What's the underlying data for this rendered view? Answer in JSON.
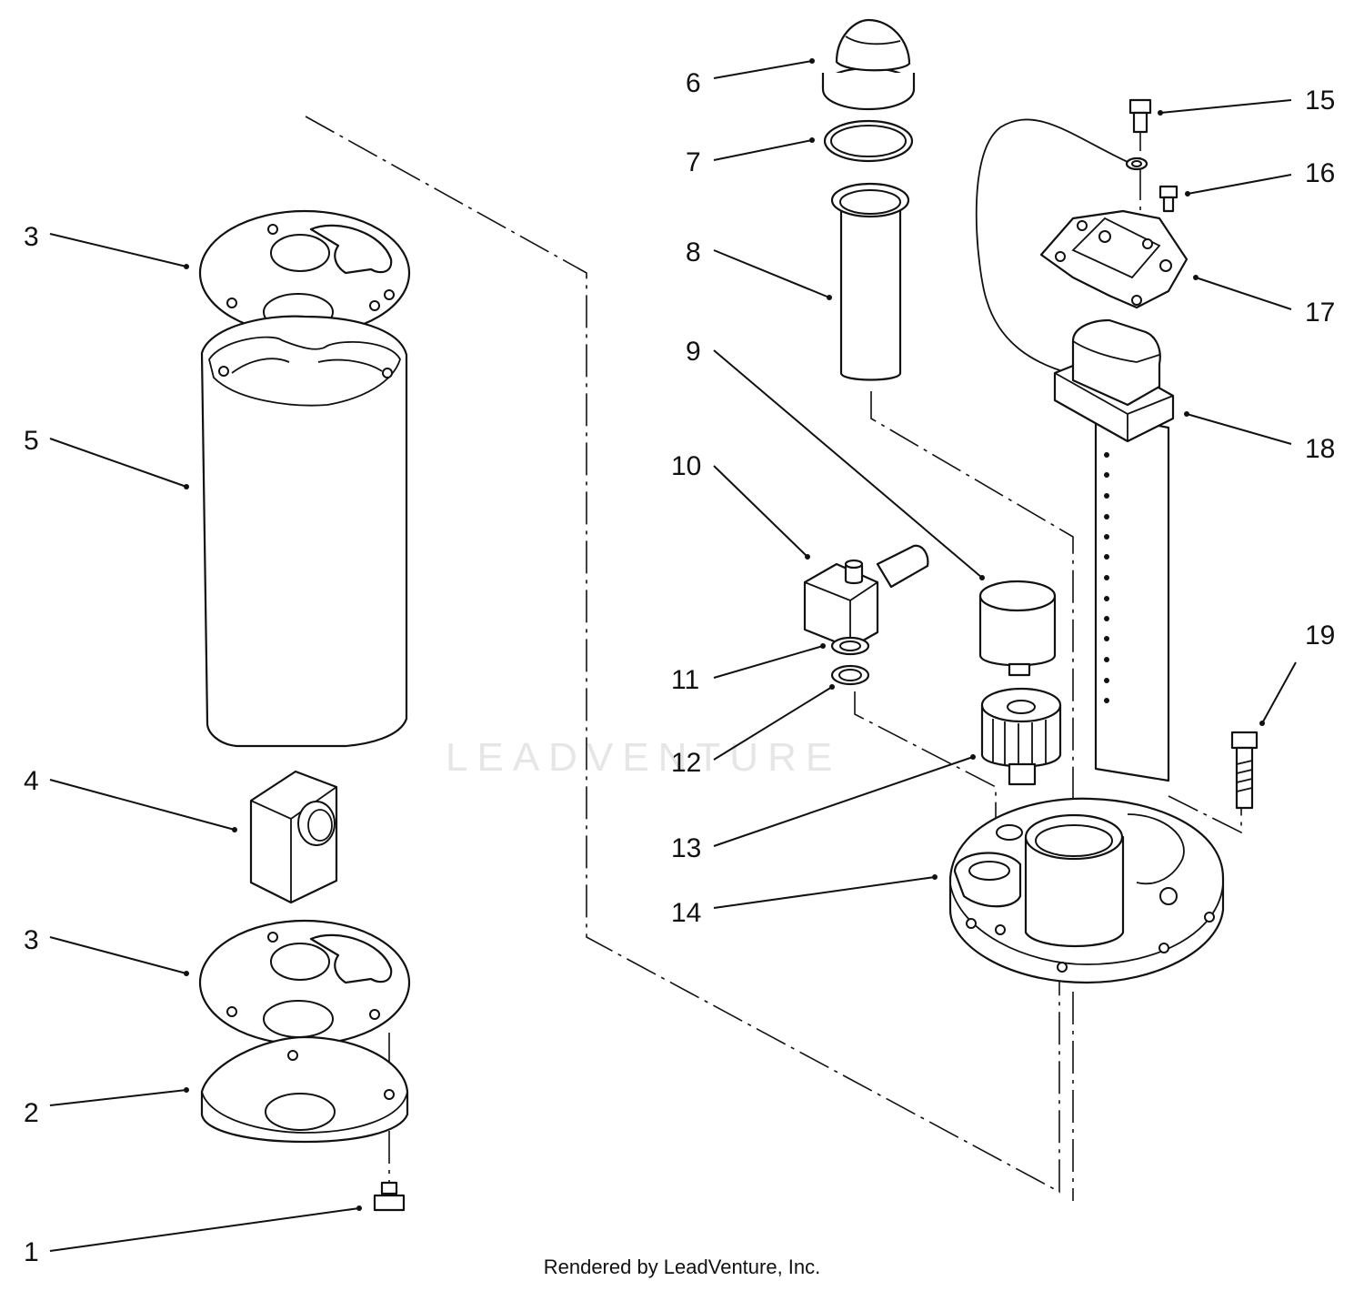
{
  "callouts": [
    {
      "id": "1",
      "text": "1"
    },
    {
      "id": "2",
      "text": "2"
    },
    {
      "id": "3a",
      "text": "3"
    },
    {
      "id": "3b",
      "text": "3"
    },
    {
      "id": "4",
      "text": "4"
    },
    {
      "id": "5",
      "text": "5"
    },
    {
      "id": "6",
      "text": "6"
    },
    {
      "id": "7",
      "text": "7"
    },
    {
      "id": "8",
      "text": "8"
    },
    {
      "id": "9",
      "text": "9"
    },
    {
      "id": "10",
      "text": "10"
    },
    {
      "id": "11",
      "text": "11"
    },
    {
      "id": "12",
      "text": "12"
    },
    {
      "id": "13",
      "text": "13"
    },
    {
      "id": "14",
      "text": "14"
    },
    {
      "id": "15",
      "text": "15"
    },
    {
      "id": "16",
      "text": "16"
    },
    {
      "id": "17",
      "text": "17"
    },
    {
      "id": "18",
      "text": "18"
    },
    {
      "id": "19",
      "text": "19"
    }
  ],
  "watermark": "LEADVENTURE",
  "footer": "Rendered by LeadVenture, Inc."
}
